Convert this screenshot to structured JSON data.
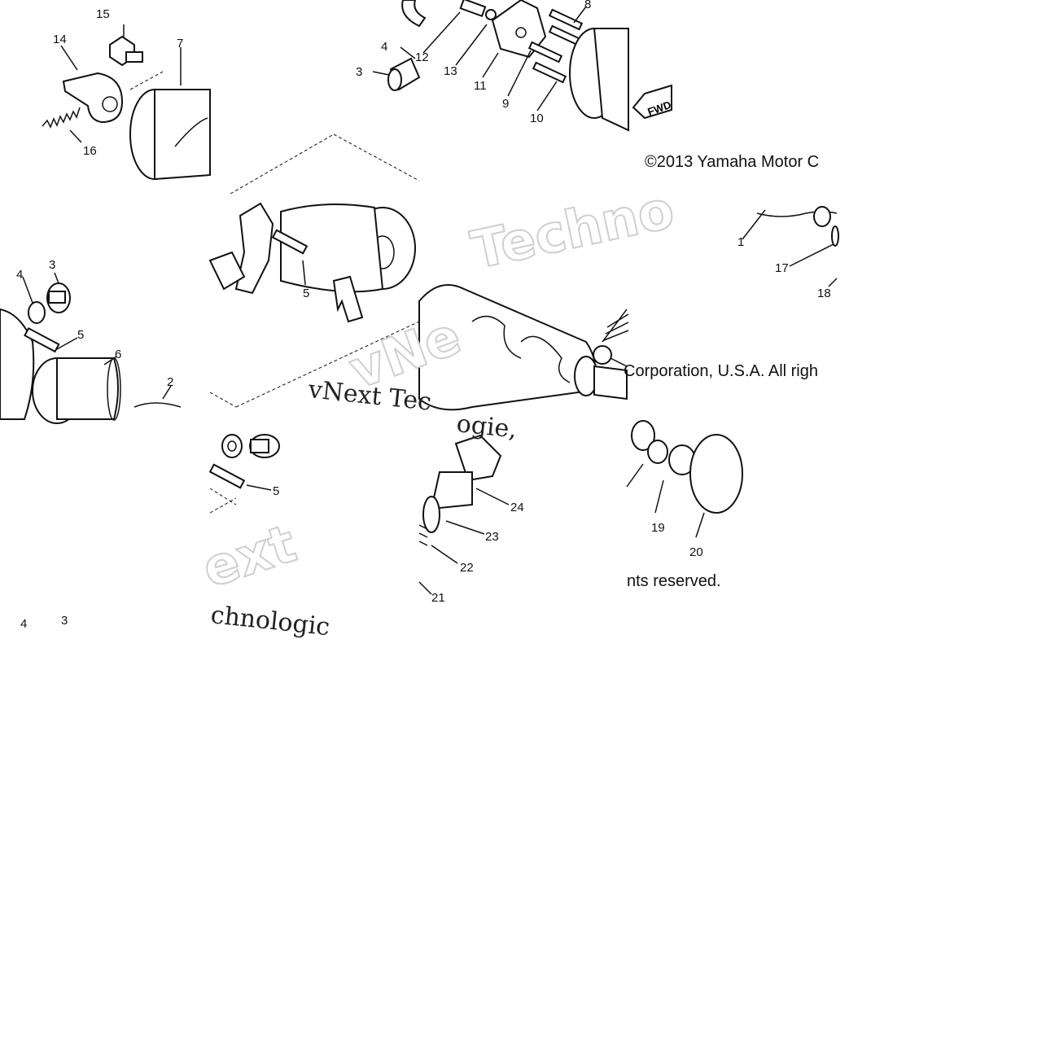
{
  "copyright": {
    "line1": "©2013 Yamaha Motor C",
    "line2": "Corporation, U.S.A. All righ",
    "line3": "nts reserved."
  },
  "watermarks": {
    "techno": "Techno",
    "vne": "vNe",
    "ext": "ext",
    "vnext_tec": "vNext Tec",
    "chnologic": "chnologic",
    "ogie": "ogie,"
  },
  "fwd_label": "FWD",
  "callouts": [
    {
      "id": "c15a",
      "text": "15"
    },
    {
      "id": "c14a",
      "text": "14"
    },
    {
      "id": "c7a",
      "text": "7"
    },
    {
      "id": "c16a",
      "text": "16"
    },
    {
      "id": "c12",
      "text": "12"
    },
    {
      "id": "c4a",
      "text": "4"
    },
    {
      "id": "c3a",
      "text": "3"
    },
    {
      "id": "c13",
      "text": "13"
    },
    {
      "id": "c11",
      "text": "11"
    },
    {
      "id": "c9",
      "text": "9"
    },
    {
      "id": "c10",
      "text": "10"
    },
    {
      "id": "c8",
      "text": "8"
    },
    {
      "id": "c1",
      "text": "1"
    },
    {
      "id": "c17",
      "text": "17"
    },
    {
      "id": "c18",
      "text": "18"
    },
    {
      "id": "c4b",
      "text": "4"
    },
    {
      "id": "c3b",
      "text": "3"
    },
    {
      "id": "c5a",
      "text": "5"
    },
    {
      "id": "c5b",
      "text": "5"
    },
    {
      "id": "c6",
      "text": "6"
    },
    {
      "id": "c2",
      "text": "2"
    },
    {
      "id": "c5c",
      "text": "5"
    },
    {
      "id": "c24",
      "text": "24"
    },
    {
      "id": "c23",
      "text": "23"
    },
    {
      "id": "c22",
      "text": "22"
    },
    {
      "id": "c21",
      "text": "21"
    },
    {
      "id": "c19",
      "text": "19"
    },
    {
      "id": "c20",
      "text": "20"
    },
    {
      "id": "c4c",
      "text": "4"
    },
    {
      "id": "c3c",
      "text": "3"
    }
  ]
}
